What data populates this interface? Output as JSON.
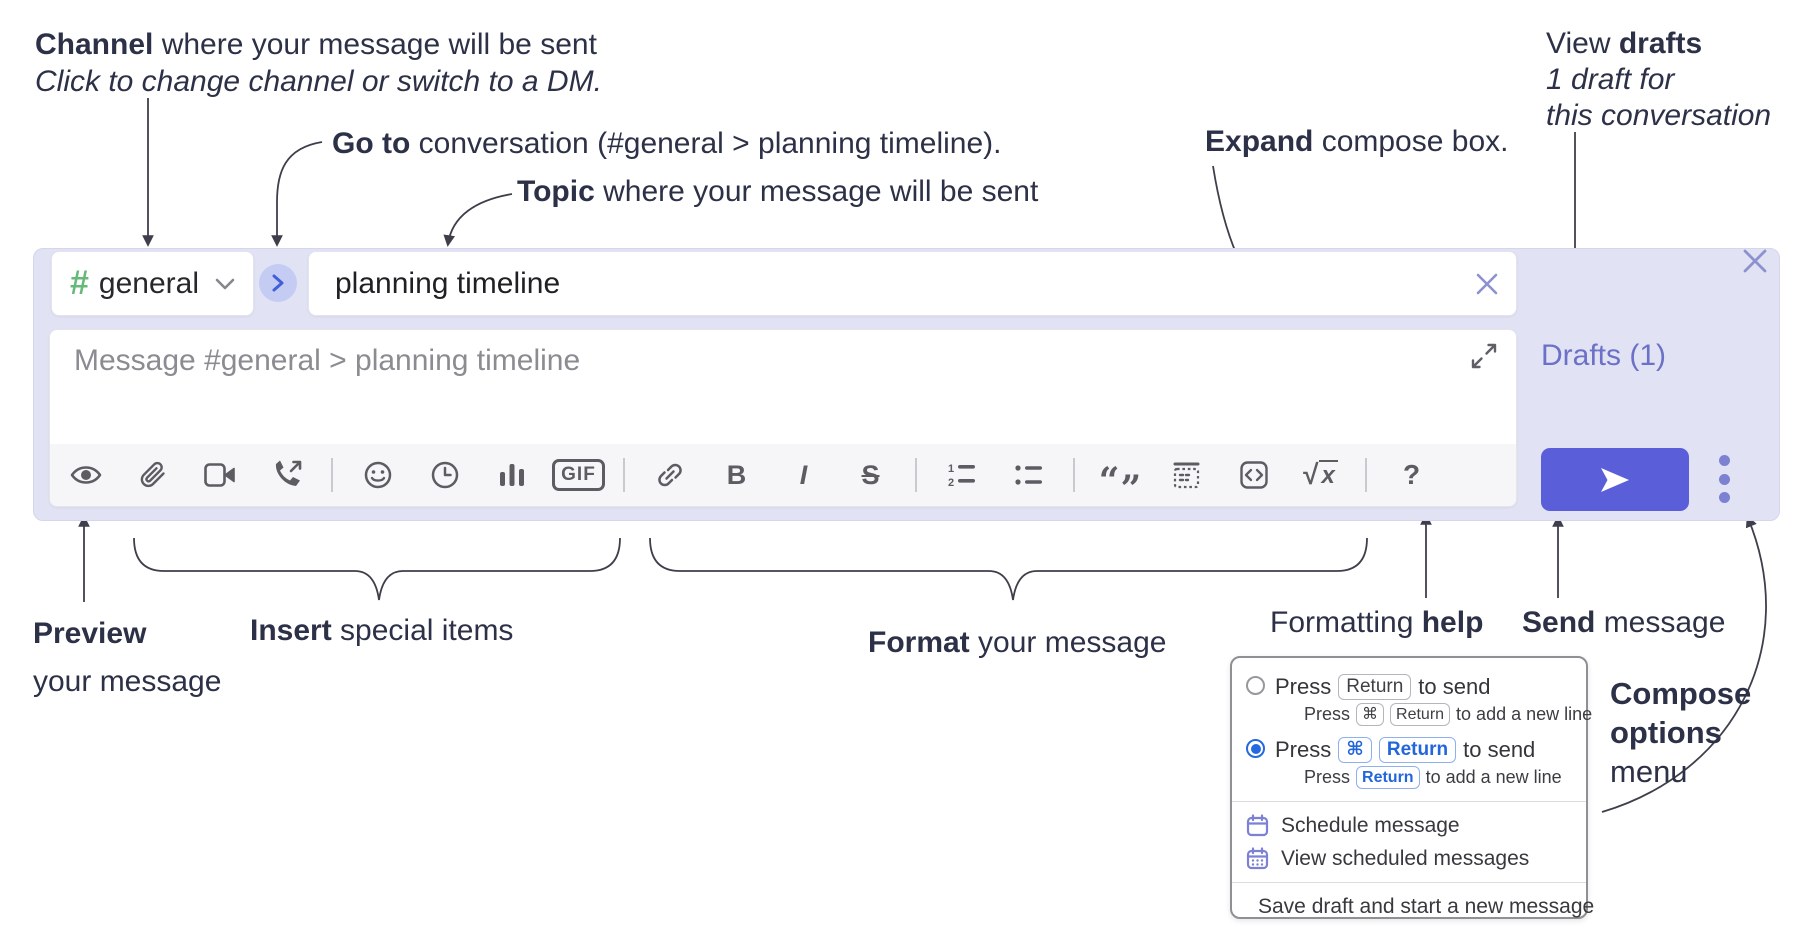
{
  "colors": {
    "accent_send": "#5a5ed8",
    "compose_bg": "#e1e3f4",
    "drafts_link_purple": "#6b71c6",
    "icon_gray": "#5c5c63",
    "channel_green": "#67b97a",
    "radio_blue": "#2469df",
    "menu_icon_purple": "#7c81d6",
    "annotation_ink": "#2d3147"
  },
  "annotations": {
    "channel": {
      "bold": "Channel",
      "rest": " where your message will be sent",
      "sub": "Click to change channel or switch to a DM."
    },
    "goto": {
      "bold": "Go to",
      "rest": " conversation (#general > planning timeline)."
    },
    "topic": {
      "bold": "Topic",
      "rest": " where your message will be sent"
    },
    "expand": {
      "bold": "Expand",
      "rest": " compose box."
    },
    "drafts": {
      "pre": "View ",
      "bold": "drafts",
      "line2": "1 draft for",
      "line3": "this conversation"
    },
    "preview": {
      "bold": "Preview",
      "line2": "your message"
    },
    "insert": {
      "bold": "Insert",
      "rest": " special items"
    },
    "format": {
      "bold": "Format",
      "rest": " your message"
    },
    "help": {
      "pre": "Formatting ",
      "bold": "help"
    },
    "send": {
      "bold": "Send",
      "rest": " message"
    },
    "compose_menu": {
      "line1": "Compose",
      "line2": "options",
      "line3": "menu"
    }
  },
  "compose": {
    "channel_hash": "#",
    "channel_name": "general",
    "topic_value": "planning timeline",
    "message_placeholder": "Message #general > planning timeline",
    "drafts_label": "Drafts (1)"
  },
  "toolbar": {
    "bold": "B",
    "italic": "I",
    "strike": "S",
    "gif": "GIF",
    "math_root": "√",
    "math_var": "x",
    "help": "?",
    "ol_1": "1",
    "ol_2": "2",
    "quote_open": "“",
    "quote_close": "”"
  },
  "menu": {
    "opt1": {
      "pre": "Press",
      "key": "Return",
      "post": "to send",
      "sub_pre": "Press",
      "sub_key1": "⌘",
      "sub_key2": "Return",
      "sub_post": "to add a new line"
    },
    "opt2": {
      "pre": "Press",
      "key1": "⌘",
      "key2": "Return",
      "post": "to send",
      "sub_pre": "Press",
      "sub_key": "Return",
      "sub_post": "to add a new line"
    },
    "items": [
      {
        "label": "Schedule message"
      },
      {
        "label": "View scheduled messages"
      },
      {
        "label": "Save draft and start a new message"
      }
    ]
  }
}
